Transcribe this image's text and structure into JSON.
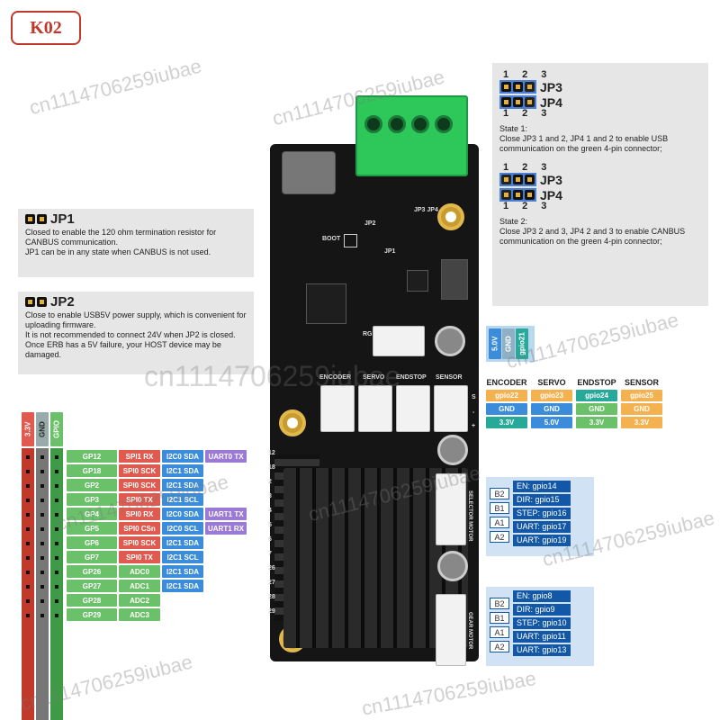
{
  "badge": "K02",
  "jp1": {
    "title": "JP1",
    "lines": [
      "Closed to enable the 120 ohm termination resistor for CANBUS communication.",
      "JP1 can be in any state when CANBUS is not used."
    ]
  },
  "jp2": {
    "title": "JP2",
    "lines": [
      "Close to enable USB5V power supply, which is convenient for uploading firmware.",
      "It is not recommended to connect 24V when JP2 is closed. Once ERB has a 5V failure, your HOST device may be damaged."
    ]
  },
  "state1": {
    "nums": [
      "1",
      "2",
      "3"
    ],
    "jp3": "JP3",
    "jp4": "JP4",
    "lines": [
      "State 1:",
      "Close JP3 1 and 2, JP4 1 and 2 to enable USB communication on the green 4-pin connector;"
    ]
  },
  "state2": {
    "nums": [
      "1",
      "2",
      "3"
    ],
    "jp3": "JP3",
    "jp4": "JP4",
    "lines": [
      "State 2:",
      "Close JP3 2 and 3, JP4 2 and 3 to enable CANBUS communication on the green 4-pin connector;"
    ]
  },
  "rgb_header": {
    "labels": [
      "5.0V",
      "GND",
      "gpio21"
    ]
  },
  "connectors": [
    {
      "name": "ENCODER",
      "rows": [
        "gpio22",
        "GND",
        "3.3V"
      ]
    },
    {
      "name": "SERVO",
      "rows": [
        "gpio23",
        "GND",
        "5.0V"
      ]
    },
    {
      "name": "ENDSTOP",
      "rows": [
        "gpio24",
        "GND",
        "3.3V"
      ]
    },
    {
      "name": "SENSOR",
      "rows": [
        "gpio25",
        "GND",
        "3.3V"
      ]
    }
  ],
  "pin_headers": {
    "v33": "3.3V",
    "gnd": "GND",
    "gpio": "GPIO"
  },
  "gpio_rows": [
    {
      "gp": "GP12",
      "f1": "SPI1 RX",
      "f2": "I2C0 SDA",
      "f3": "UART0 TX"
    },
    {
      "gp": "GP18",
      "f1": "SPI0 SCK",
      "f2": "I2C1 SDA",
      "f3": ""
    },
    {
      "gp": "GP2",
      "f1": "SPI0 SCK",
      "f2": "I2C1 SDA",
      "f3": ""
    },
    {
      "gp": "GP3",
      "f1": "SPI0 TX",
      "f2": "I2C1 SCL",
      "f3": ""
    },
    {
      "gp": "GP4",
      "f1": "SPI0 RX",
      "f2": "I2C0 SDA",
      "f3": "UART1 TX"
    },
    {
      "gp": "GP5",
      "f1": "SPI0 CSn",
      "f2": "I2C0 SCL",
      "f3": "UART1 RX"
    },
    {
      "gp": "GP6",
      "f1": "SPI0 SCK",
      "f2": "I2C1 SDA",
      "f3": ""
    },
    {
      "gp": "GP7",
      "f1": "SPI0 TX",
      "f2": "I2C1 SCL",
      "f3": ""
    },
    {
      "gp": "GP26",
      "f1": "ADC0",
      "f2": "I2C1 SDA",
      "f3": ""
    },
    {
      "gp": "GP27",
      "f1": "ADC1",
      "f2": "I2C1 SDA",
      "f3": ""
    },
    {
      "gp": "GP28",
      "f1": "ADC2",
      "f2": "",
      "f3": ""
    },
    {
      "gp": "GP29",
      "f1": "ADC3",
      "f2": "",
      "f3": ""
    }
  ],
  "header_numbers": [
    "12",
    "18",
    "2",
    "3",
    "4",
    "5",
    "6",
    "7",
    "26",
    "27",
    "28",
    "29"
  ],
  "selector_motor": {
    "label": "SELECTOR MOTOR",
    "coils": [
      "B2",
      "B1",
      "A1",
      "A2"
    ],
    "pins": [
      "EN: gpio14",
      "DIR: gpio15",
      "STEP: gpio16",
      "UART: gpio17",
      "UART: gpio19"
    ]
  },
  "gear_motor": {
    "label": "GEAR MOTOR",
    "coils": [
      "B2",
      "B1",
      "A1",
      "A2"
    ],
    "pins": [
      "EN: gpio8",
      "DIR: gpio9",
      "STEP: gpio10",
      "UART: gpio11",
      "UART: gpio13"
    ]
  },
  "silk": {
    "boot": "BOOT",
    "rgb": "RGB",
    "jp1": "JP1",
    "jp2": "JP2",
    "jp34": "JP3 JP4",
    "s": "S",
    "minus": "-",
    "plus": "+"
  },
  "watermark": "cn1114706259iubae",
  "colors": {
    "accent_red": "#c0392b",
    "pcb": "#151515",
    "terminal": "#2ec85a",
    "motor_block": "#1358a6"
  }
}
